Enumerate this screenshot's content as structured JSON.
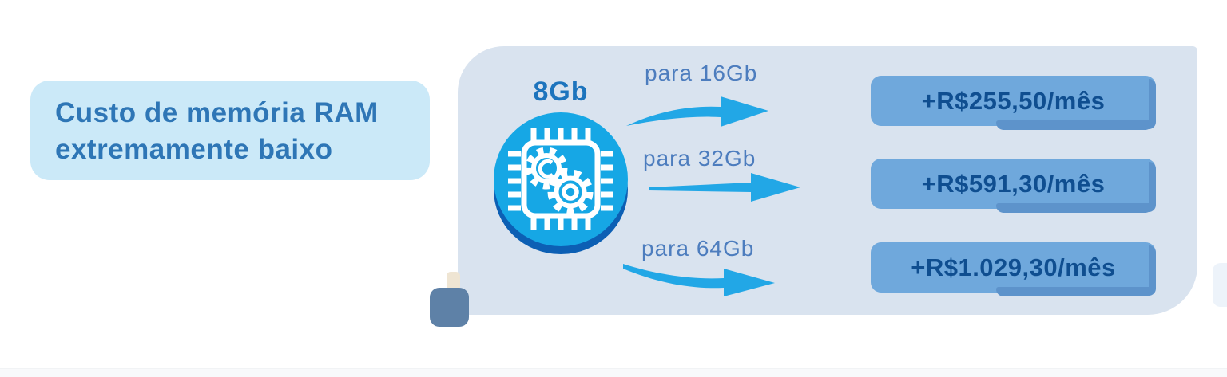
{
  "headline": {
    "line1": "Custo de memória RAM",
    "line2": "extremamente baixo"
  },
  "diagram": {
    "source": {
      "label": "8Gb",
      "icon": "cpu-chip-icon"
    },
    "upgrades": [
      {
        "label": "para 16Gb",
        "price": "+R$255,50/mês"
      },
      {
        "label": "para 32Gb",
        "price": "+R$591,30/mês"
      },
      {
        "label": "para 64Gb",
        "price": "+R$1.029,30/mês"
      }
    ]
  },
  "colors": {
    "accent_blue": "#22a7e6",
    "headline_text": "#2e76b6",
    "headline_card_bg": "#cbe9f8",
    "panel_bg": "#d9e3ef",
    "price_box_bg": "#6fa8dc",
    "price_box_edge": "#5d93cb",
    "price_text": "#0f4e90",
    "upgrade_label_text": "#4d7dbe",
    "icon_circle": "#16a7e5",
    "icon_circle_shadow": "#0c5fb4",
    "deco_square": "#5e81a7",
    "deco_tab": "#efe5d3"
  }
}
